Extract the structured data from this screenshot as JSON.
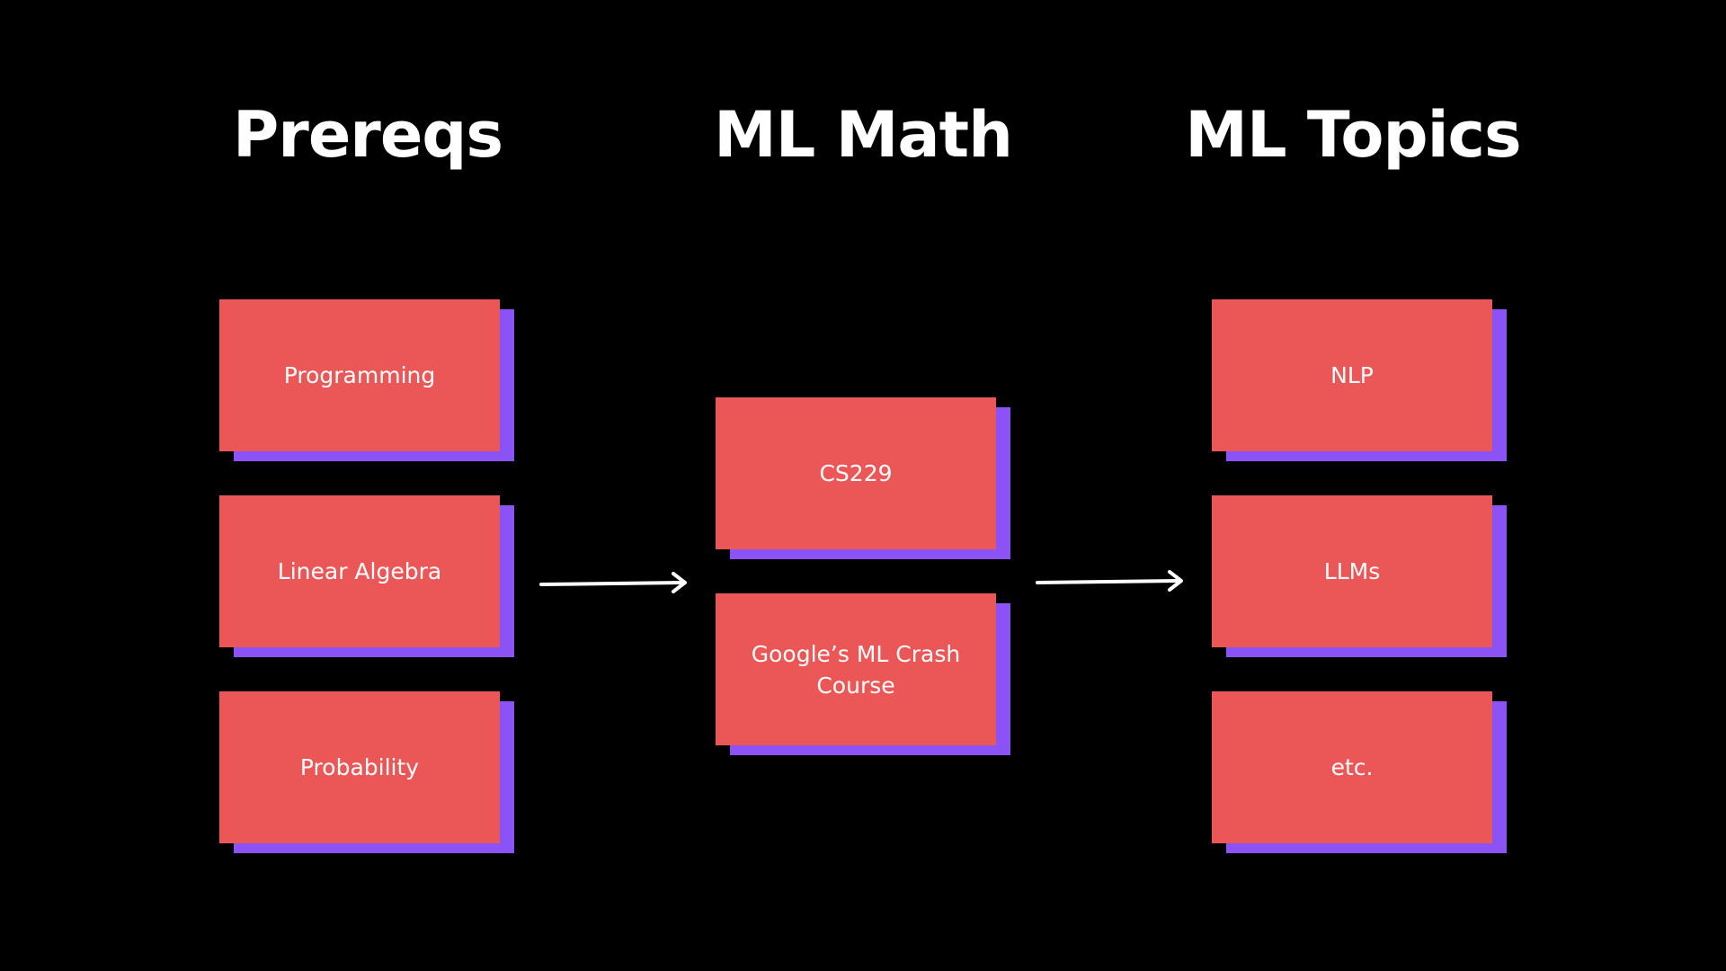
{
  "colors": {
    "background": "#000000",
    "box_fill": "#EB5757",
    "box_shadow": "#8B52F6",
    "text": "#FFFFFF",
    "arrow": "#FFFFFF"
  },
  "columns": [
    {
      "heading": "Prereqs",
      "items": [
        "Programming",
        "Linear Algebra",
        "Probability"
      ]
    },
    {
      "heading": "ML Math",
      "items": [
        "CS229",
        "Google’s ML Crash\nCourse"
      ]
    },
    {
      "heading": "ML Topics",
      "items": [
        "NLP",
        "LLMs",
        "etc."
      ]
    }
  ],
  "edges": [
    {
      "from": "Prereqs",
      "to": "ML Math"
    },
    {
      "from": "ML Math",
      "to": "ML Topics"
    }
  ]
}
